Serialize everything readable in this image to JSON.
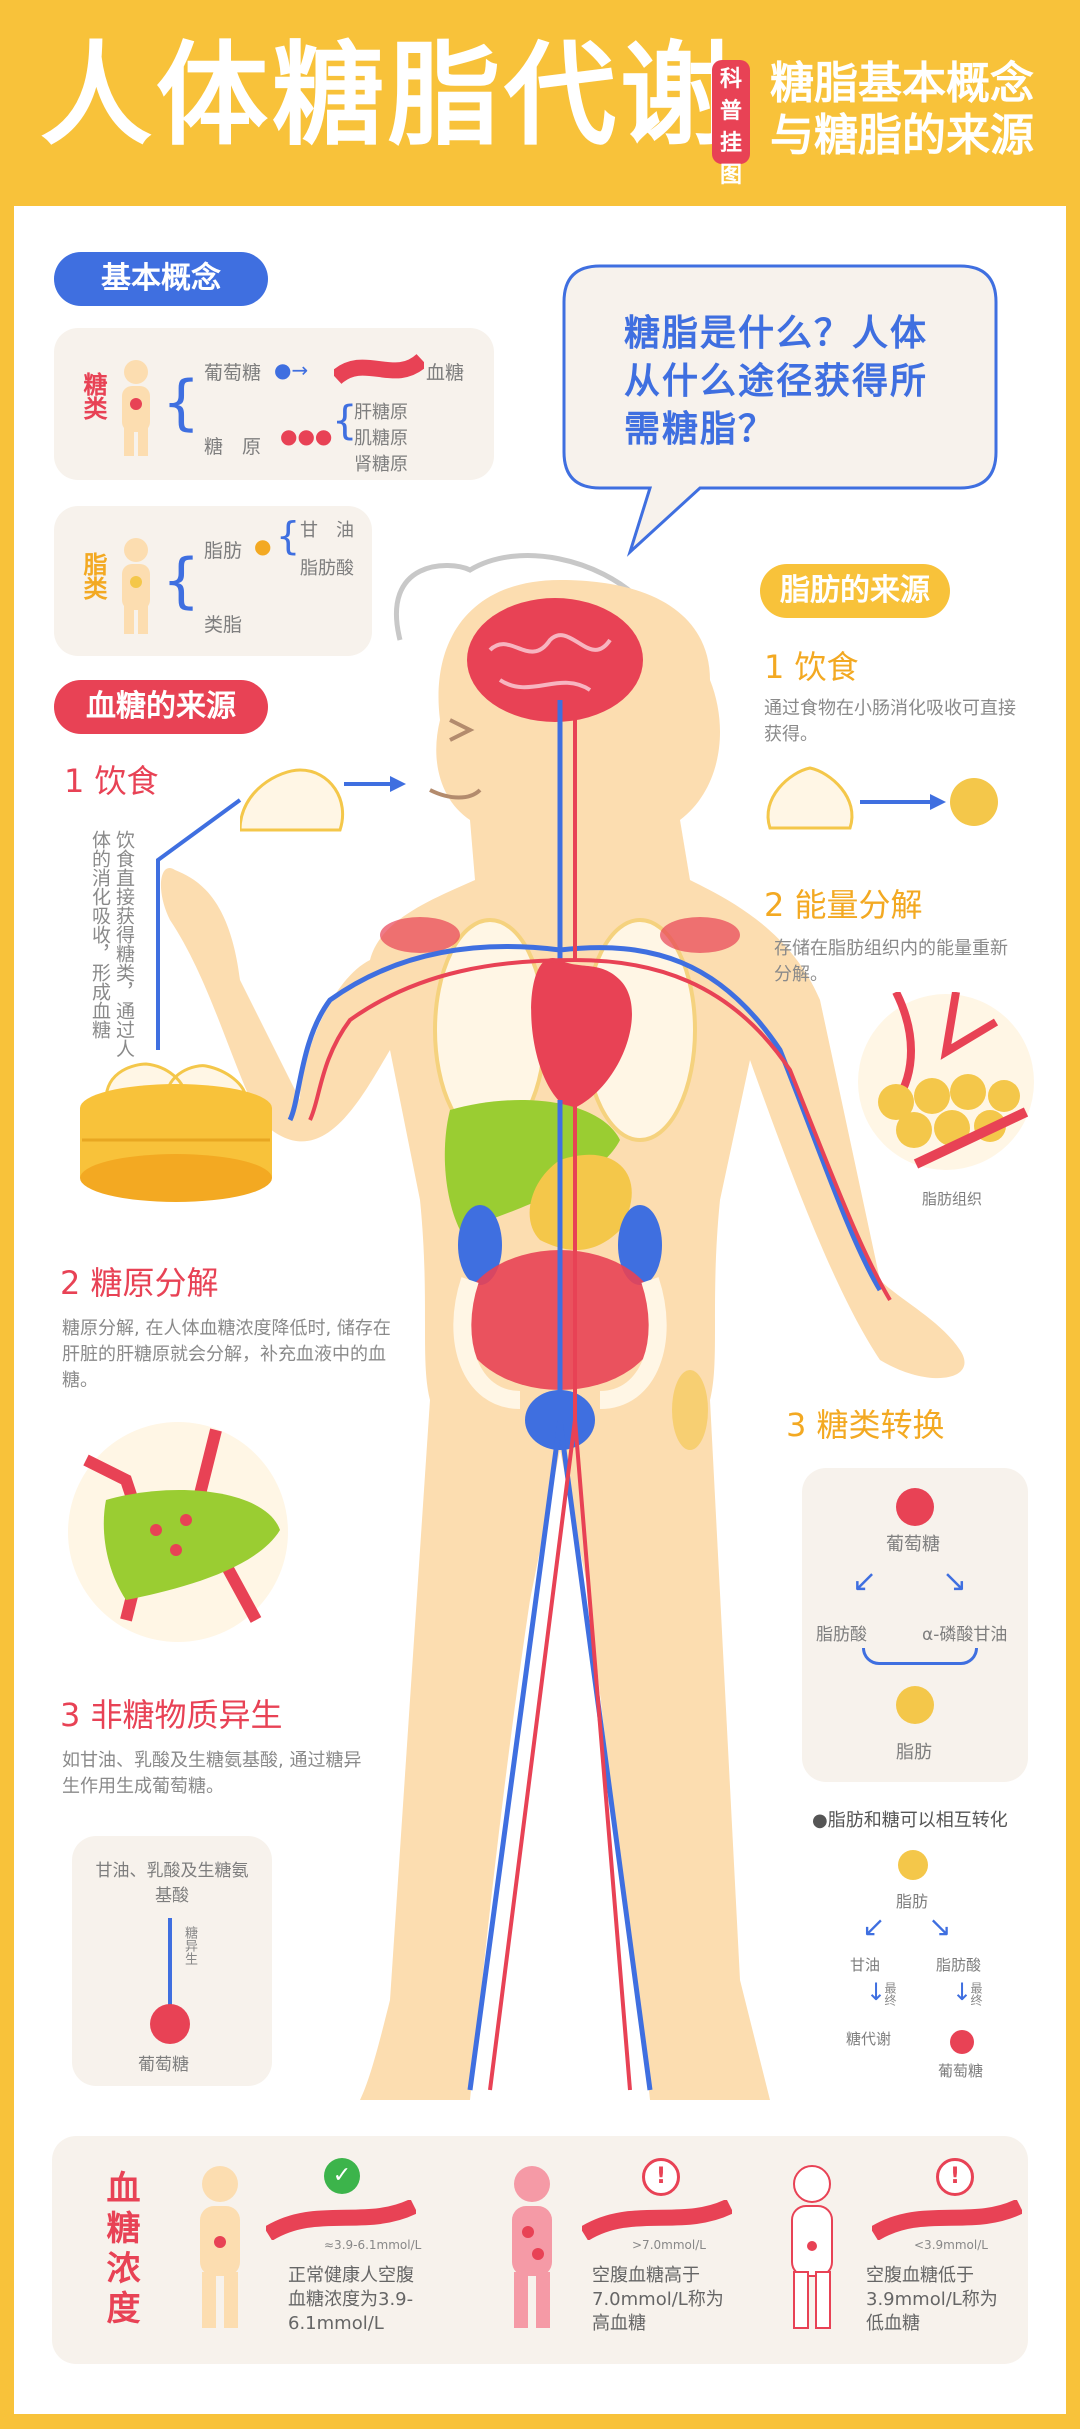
{
  "header": {
    "title": "人体糖脂代谢",
    "tag": "科普挂图",
    "subtitle_line1": "糖脂基本概念",
    "subtitle_line2": "与糖脂的来源"
  },
  "basic_concept": {
    "pill": "基本概念",
    "sugar": {
      "label": "糖类",
      "glucose": "葡萄糖",
      "blood_sugar": "血糖",
      "glycogen": "糖　原",
      "glycogen_types": [
        "肝糖原",
        "肌糖原",
        "肾糖原"
      ]
    },
    "fat": {
      "label": "脂类",
      "fat": "脂肪",
      "fat_parts": [
        "甘　油",
        "脂肪酸"
      ],
      "lipoid": "类脂"
    }
  },
  "bubble": {
    "text": "糖脂是什么？人体从什么途径获得所需糖脂？"
  },
  "blood_sugar_source": {
    "pill": "血糖的来源",
    "items": [
      {
        "title": "1 饮食",
        "desc": "饮食直接获得糖类，通过人体的消化吸收，形成血糖"
      },
      {
        "title": "2 糖原分解",
        "desc": "糖原分解, 在人体血糖浓度降低时, 储存在肝脏的肝糖原就会分解，补充血液中的血糖。"
      },
      {
        "title": "3 非糖物质异生",
        "desc": "如甘油、乳酸及生糖氨基酸, 通过糖异生作用生成葡萄糖。"
      }
    ],
    "gluconeo_box": {
      "source": "甘油、乳酸及生糖氨基酸",
      "arrow": "糖异生",
      "result": "葡萄糖"
    }
  },
  "fat_source": {
    "pill": "脂肪的来源",
    "items": [
      {
        "title": "1 饮食",
        "desc": "通过食物在小肠消化吸收可直接获得。"
      },
      {
        "title": "2 能量分解",
        "desc": "存储在脂肪组织内的能量重新分解。"
      },
      {
        "title": "3 糖类转换",
        "desc": ""
      }
    ],
    "fat_tissue_label": "脂肪组织",
    "conversion_box": {
      "glucose": "葡萄糖",
      "fatty_acid": "脂肪酸",
      "glycerophosphate": "α-磷酸甘油",
      "fat": "脂肪"
    },
    "note": "●脂肪和糖可以相互转化",
    "reverse": {
      "fat": "脂肪",
      "glycerol": "甘油",
      "fatty_acid": "脂肪酸",
      "final": "最终",
      "sugar_metab": "糖代谢",
      "glucose": "葡萄糖"
    }
  },
  "concentration": {
    "label": "血糖浓度",
    "items": [
      {
        "range": "≈3.9-6.1mmol/L",
        "desc": "正常健康人空腹血糖浓度为3.9-6.1mmol/L",
        "status": "ok"
      },
      {
        "range": ">7.0mmol/L",
        "desc": "空腹血糖高于7.0mmol/L称为高血糖",
        "status": "warn"
      },
      {
        "range": "<3.9mmol/L",
        "desc": "空腹血糖低于3.9mmol/L称为低血糖",
        "status": "warn"
      }
    ]
  },
  "colors": {
    "yellow": "#F8C23A",
    "red": "#E84255",
    "blue": "#3F6FE0",
    "skin": "#FCDDB0",
    "panel_bg": "#F7F2EC"
  }
}
